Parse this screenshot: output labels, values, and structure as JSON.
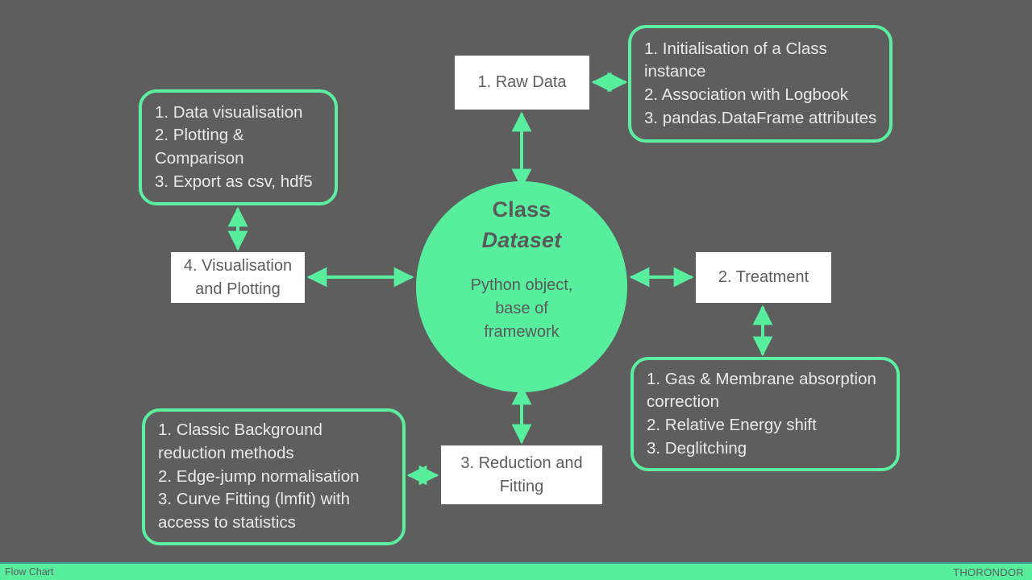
{
  "theme": {
    "background": "#5e5e5e",
    "accent_green": "#57ee9e",
    "box_fill": "#ffffff",
    "text_dark": "#5d5d5d",
    "text_light": "#e9e9e9"
  },
  "center_node": {
    "title_line1": "Class",
    "title_line2": "Dataset",
    "subtitle_line1": "Python object,",
    "subtitle_line2": "base of",
    "subtitle_line3": "framework"
  },
  "boxes": {
    "raw_data": {
      "line1": "1.  Raw Data"
    },
    "treatment": {
      "line1": "2. Treatment"
    },
    "reduction": {
      "line1": "3. Reduction and",
      "line2": "Fitting"
    },
    "visualisation": {
      "line1": "4. Visualisation",
      "line2": "and Plotting"
    }
  },
  "callouts": {
    "initialisation": {
      "line1": "1. Initialisation of a Class",
      "line2": "instance",
      "line3": "2. Association with Logbook",
      "line4": "3. pandas.DataFrame attributes"
    },
    "visualisation": {
      "line1": "1. Data visualisation",
      "line2": "2. Plotting &",
      "line3": "Comparison",
      "line4": "3. Export as csv, hdf5"
    },
    "treatment": {
      "line1": "1. Gas & Membrane absorption",
      "line2": "correction",
      "line3": "2. Relative Energy shift",
      "line4": "3. Deglitching"
    },
    "reduction": {
      "line1": "1. Classic Background",
      "line2": "reduction methods",
      "line3": "2. Edge-jump normalisation",
      "line4": "3. Curve Fitting (lmfit) with",
      "line5": "access to statistics"
    }
  },
  "status_bar": {
    "left_label": "Flow Chart",
    "right_label": "THORONDOR"
  },
  "chart_data": {
    "type": "diagram",
    "title": "Flow Chart",
    "nodes": [
      {
        "id": "center",
        "label": "Class Dataset",
        "shape": "circle",
        "fill": "#57ee9e"
      },
      {
        "id": "raw_data",
        "label": "1. Raw Data",
        "shape": "rect",
        "fill": "#ffffff"
      },
      {
        "id": "treatment",
        "label": "2. Treatment",
        "shape": "rect",
        "fill": "#ffffff"
      },
      {
        "id": "reduction",
        "label": "3. Reduction and Fitting",
        "shape": "rect",
        "fill": "#ffffff"
      },
      {
        "id": "visualisation",
        "label": "4. Visualisation and Plotting",
        "shape": "rect",
        "fill": "#ffffff"
      },
      {
        "id": "callout_init",
        "label": "1. Initialisation of a Class instance / 2. Association with Logbook / 3. pandas.DataFrame attributes",
        "shape": "rounded-rect-outline"
      },
      {
        "id": "callout_vis",
        "label": "1. Data visualisation / 2. Plotting & Comparison / 3. Export as csv, hdf5",
        "shape": "rounded-rect-outline"
      },
      {
        "id": "callout_treat",
        "label": "1. Gas & Membrane absorption correction / 2. Relative Energy shift / 3. Deglitching",
        "shape": "rounded-rect-outline"
      },
      {
        "id": "callout_reduce",
        "label": "1. Classic Background reduction methods / 2. Edge-jump normalisation / 3. Curve Fitting (lmfit) with access to statistics",
        "shape": "rounded-rect-outline"
      }
    ],
    "edges": [
      {
        "from": "center",
        "to": "raw_data",
        "type": "double-arrow"
      },
      {
        "from": "center",
        "to": "treatment",
        "type": "double-arrow"
      },
      {
        "from": "center",
        "to": "reduction",
        "type": "double-arrow"
      },
      {
        "from": "center",
        "to": "visualisation",
        "type": "double-arrow"
      },
      {
        "from": "raw_data",
        "to": "callout_init",
        "type": "double-arrow"
      },
      {
        "from": "treatment",
        "to": "callout_treat",
        "type": "double-arrow"
      },
      {
        "from": "reduction",
        "to": "callout_reduce",
        "type": "double-arrow"
      },
      {
        "from": "visualisation",
        "to": "callout_vis",
        "type": "double-arrow"
      }
    ]
  }
}
